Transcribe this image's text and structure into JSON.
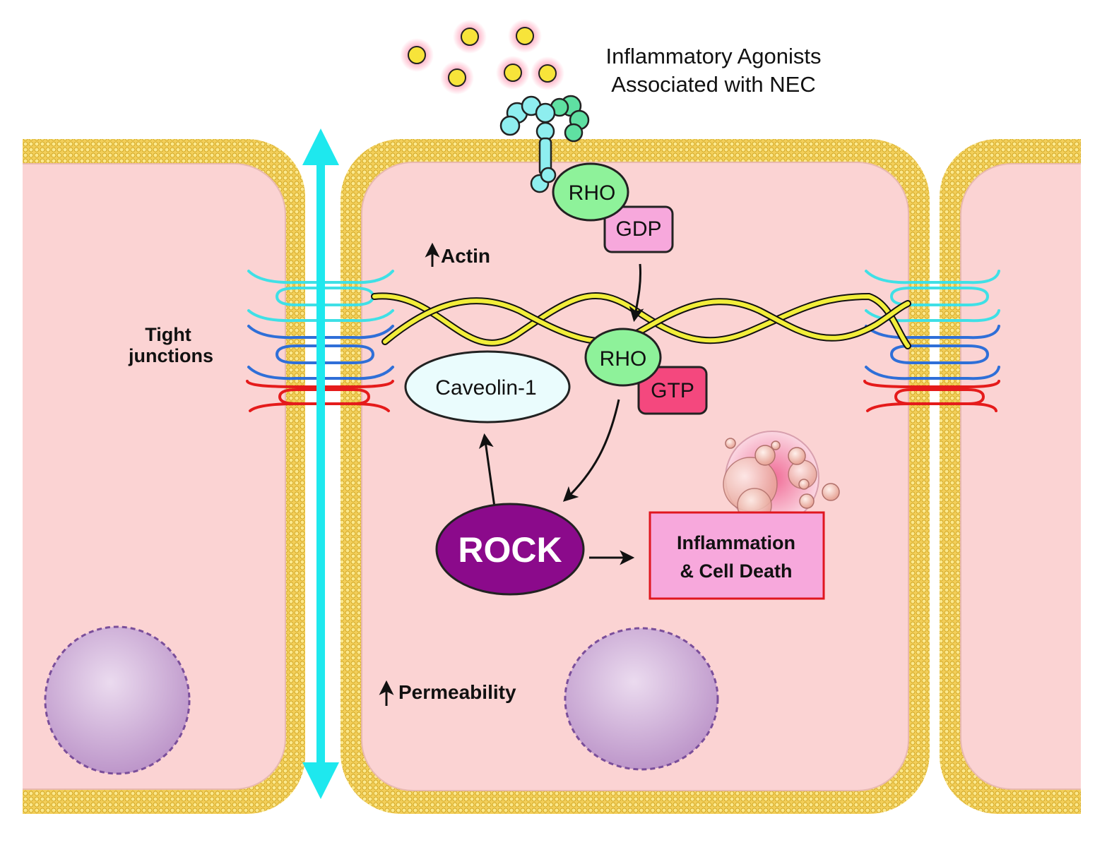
{
  "labels": {
    "agonists_line1": "Inflammatory Agonists",
    "agonists_line2": "Associated with NEC",
    "rho_top": "RHO",
    "gdp": "GDP",
    "rho_mid": "RHO",
    "gtp": "GTP",
    "actin": "Actin",
    "tight_line1": "Tight",
    "tight_line2": "junctions",
    "caveolin": "Caveolin-1",
    "rock": "ROCK",
    "inflammation_line1": "Inflammation",
    "inflammation_line2": "& Cell Death",
    "permeability": "Permeability"
  },
  "colors": {
    "cytoplasm": "#fbd3d3",
    "membrane_bead": "#f7d86a",
    "permeability_arrow": "#1ee8ee",
    "rho": "#8ef29a",
    "gdp": "#f7a8dc",
    "gtp": "#f4487e",
    "rock": "#8b0a8b",
    "caveolin": "#eafcfd",
    "inflammation_box": "#f7a8dc",
    "inflammation_border": "#e0161f",
    "actin": "#f2ee3a",
    "nucleus": "#c7a4d2",
    "junction_cyan": "#3fe0e6",
    "junction_blue": "#2f6fd8",
    "junction_red": "#e51b1b"
  }
}
